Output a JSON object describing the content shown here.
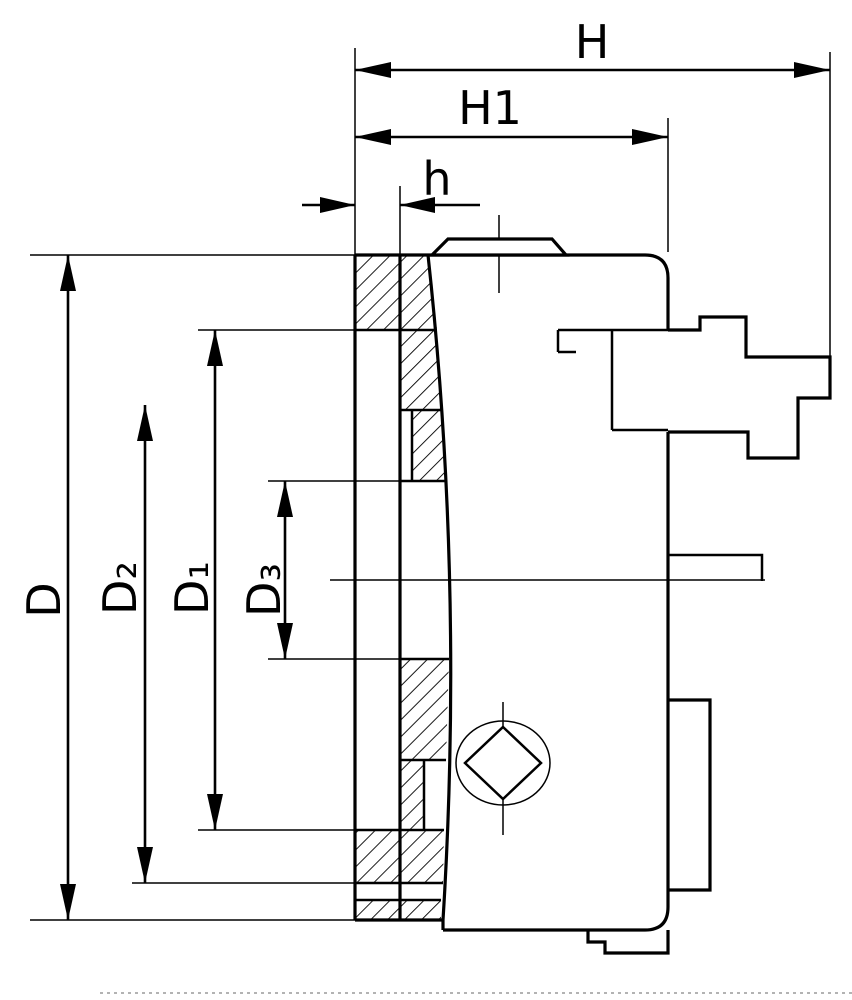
{
  "labels": {
    "total_depth": "H",
    "body_depth": "H1",
    "flange_thickness": "h",
    "outer_diameter": "D",
    "d2": "D₂",
    "d1": "D₁",
    "d3": "D₃"
  },
  "colors": {
    "line": "#000000",
    "background": "#ffffff"
  }
}
